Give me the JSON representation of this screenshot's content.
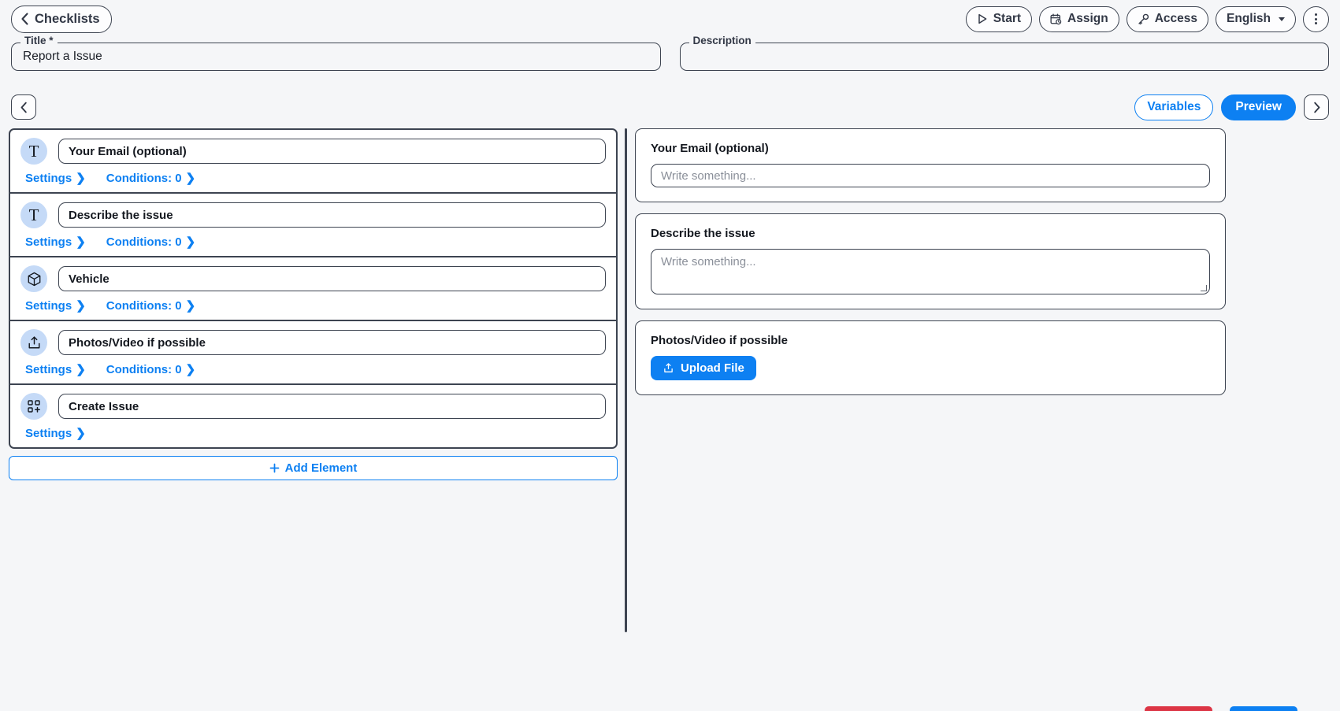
{
  "topbar": {
    "back_label": "Checklists",
    "back_icon": "chevron-left-icon",
    "buttons": [
      {
        "label": "Start",
        "icon": "play-icon"
      },
      {
        "label": "Assign",
        "icon": "calendar-clock-icon"
      },
      {
        "label": "Access",
        "icon": "key-icon"
      }
    ],
    "language": "English",
    "kebab_icon": "more-vertical-icon"
  },
  "form": {
    "title": {
      "legend": "Title *",
      "value": "Report a Issue"
    },
    "description": {
      "legend": "Description",
      "value": ""
    }
  },
  "navrow": {
    "prev_icon": "chevron-left-icon",
    "next_icon": "chevron-right-icon",
    "variables_label": "Variables",
    "preview_label": "Preview"
  },
  "editor": {
    "elements": [
      {
        "icon": "text-field-icon",
        "glyph": "T",
        "label": "Your Email (optional)",
        "settings_label": "Settings",
        "conditions_label": "Conditions: 0",
        "has_conditions": true
      },
      {
        "icon": "text-field-icon",
        "glyph": "T",
        "label": "Describe the issue",
        "settings_label": "Settings",
        "conditions_label": "Conditions: 0",
        "has_conditions": true
      },
      {
        "icon": "box-icon",
        "glyph": "",
        "label": "Vehicle",
        "settings_label": "Settings",
        "conditions_label": "Conditions: 0",
        "has_conditions": true
      },
      {
        "icon": "upload-icon",
        "glyph": "",
        "label": "Photos/Video if possible",
        "settings_label": "Settings",
        "conditions_label": "Conditions: 0",
        "has_conditions": true
      },
      {
        "icon": "grid-plus-icon",
        "glyph": "",
        "label": "Create Issue",
        "settings_label": "Settings",
        "conditions_label": "",
        "has_conditions": false
      }
    ],
    "add_element_label": "Add Element",
    "add_element_icon": "plus-icon"
  },
  "preview": {
    "cards": [
      {
        "label": "Your Email (optional)",
        "type": "input",
        "placeholder": "Write something..."
      },
      {
        "label": "Describe the issue",
        "type": "textarea",
        "placeholder": "Write something..."
      },
      {
        "label": "Photos/Video if possible",
        "type": "upload",
        "upload_label": "Upload File",
        "upload_icon": "upload-icon"
      }
    ]
  },
  "colors": {
    "accent_blue": "#0d80f2",
    "badge_blue": "#c5daf7",
    "border_dark": "#3d4451",
    "page_bg": "#f5f6f8",
    "danger_red": "#dc3545"
  }
}
